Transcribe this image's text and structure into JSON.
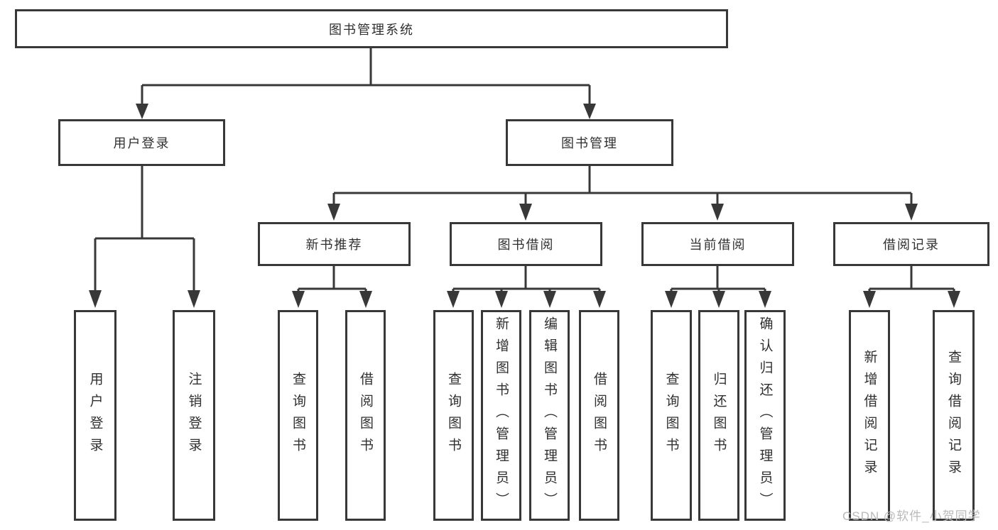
{
  "diagram": {
    "root": {
      "label": "图书管理系统"
    },
    "level2": [
      {
        "label": "用户登录"
      },
      {
        "label": "图书管理"
      }
    ],
    "level3": [
      {
        "label": "新书推荐"
      },
      {
        "label": "图书借阅"
      },
      {
        "label": "当前借阅"
      },
      {
        "label": "借阅记录"
      }
    ],
    "leaves": {
      "user_login": [
        "用户登录",
        "注销登录"
      ],
      "new_book": [
        "查询图书",
        "借阅图书"
      ],
      "borrowing": [
        "查询图书",
        "新增图书（管理员）",
        "编辑图书（管理员）",
        "借阅图书"
      ],
      "current": [
        "查询图书",
        "归还图书",
        "确认归还（管理员）"
      ],
      "records": [
        "新增借阅记录",
        "查询借阅记录"
      ]
    }
  },
  "watermark": "CSDN @软件_小贺同学",
  "colors": {
    "line": "#383838",
    "text": "#303030",
    "watermark": "#b9b9b9",
    "background": "#ffffff"
  }
}
